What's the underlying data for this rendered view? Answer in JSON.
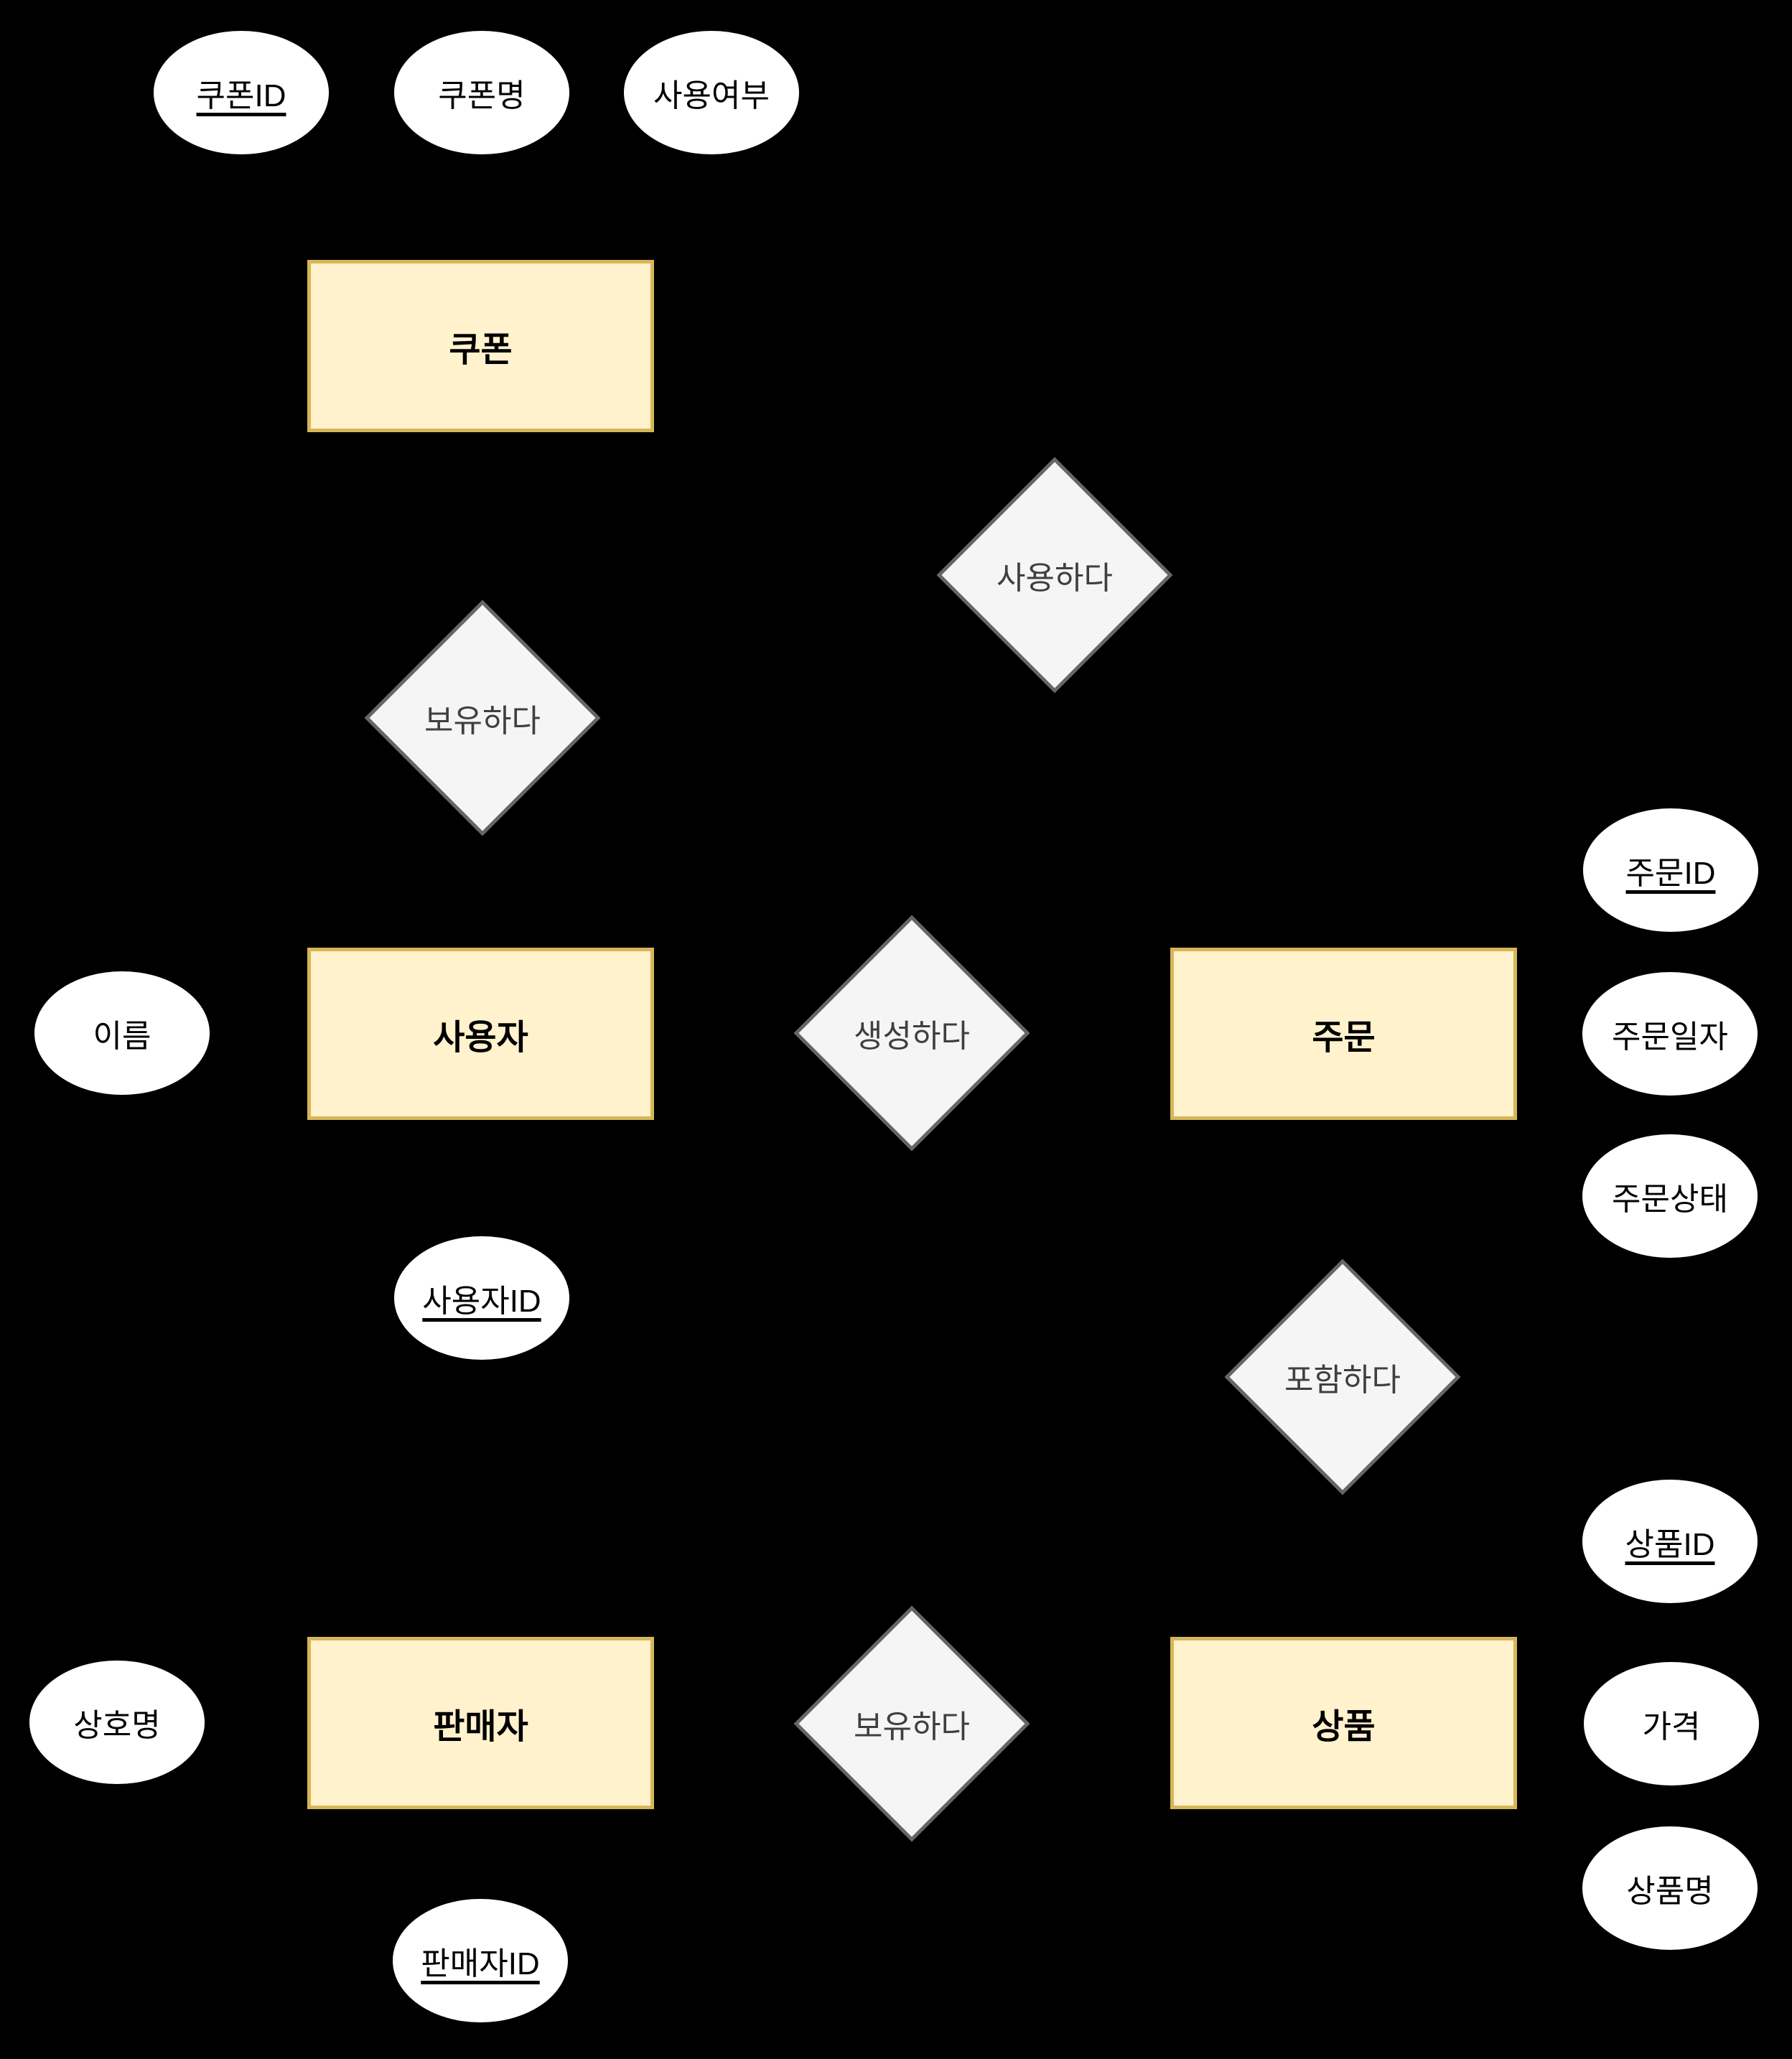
{
  "diagram": {
    "type": "entity-relationship-diagram",
    "background_color": "#000000",
    "styles": {
      "entity_fill": "#FFF2CC",
      "entity_border": "#D6B656",
      "relationship_fill": "#F5F5F5",
      "relationship_border": "#666666",
      "attribute_fill": "#FFFFFF",
      "entity_text_color": "#000000",
      "attribute_text_color": "#000000",
      "relationship_text_color": "#3F3F3F",
      "connector_color": "#000000"
    },
    "entities": [
      {
        "label": "쿠폰"
      },
      {
        "label": "사용자"
      },
      {
        "label": "주문"
      },
      {
        "label": "판매자"
      },
      {
        "label": "상품"
      }
    ],
    "relationships": [
      {
        "label": "사용하다"
      },
      {
        "label": "보유하다"
      },
      {
        "label": "생성하다"
      },
      {
        "label": "포함하다"
      },
      {
        "label": "보유하다"
      }
    ],
    "attributes": [
      {
        "label": "쿠폰ID",
        "primary_key": true
      },
      {
        "label": "쿠폰명",
        "primary_key": false
      },
      {
        "label": "사용여부",
        "primary_key": false
      },
      {
        "label": "주문ID",
        "primary_key": true
      },
      {
        "label": "이름",
        "primary_key": false
      },
      {
        "label": "주문일자",
        "primary_key": false
      },
      {
        "label": "주문상태",
        "primary_key": false
      },
      {
        "label": "사용자ID",
        "primary_key": true
      },
      {
        "label": "상품ID",
        "primary_key": true
      },
      {
        "label": "상호명",
        "primary_key": false
      },
      {
        "label": "가격",
        "primary_key": false
      },
      {
        "label": "상품명",
        "primary_key": false
      },
      {
        "label": "판매자ID",
        "primary_key": true
      }
    ],
    "connections": [
      [
        "쿠폰ID",
        "쿠폰"
      ],
      [
        "쿠폰명",
        "쿠폰"
      ],
      [
        "사용여부",
        "쿠폰"
      ],
      [
        "쿠폰",
        "보유하다"
      ],
      [
        "보유하다",
        "사용자"
      ],
      [
        "쿠폰",
        "사용하다"
      ],
      [
        "사용하다",
        "주문"
      ],
      [
        "사용자",
        "생성하다"
      ],
      [
        "생성하다",
        "주문"
      ],
      [
        "이름",
        "사용자"
      ],
      [
        "사용자ID",
        "사용자"
      ],
      [
        "주문ID",
        "주문"
      ],
      [
        "주문일자",
        "주문"
      ],
      [
        "주문상태",
        "주문"
      ],
      [
        "주문",
        "포함하다"
      ],
      [
        "포함하다",
        "상품"
      ],
      [
        "판매자",
        "보유하다"
      ],
      [
        "보유하다",
        "상품"
      ],
      [
        "상호명",
        "판매자"
      ],
      [
        "판매자ID",
        "판매자"
      ],
      [
        "상품ID",
        "상품"
      ],
      [
        "가격",
        "상품"
      ],
      [
        "상품명",
        "상품"
      ]
    ]
  }
}
